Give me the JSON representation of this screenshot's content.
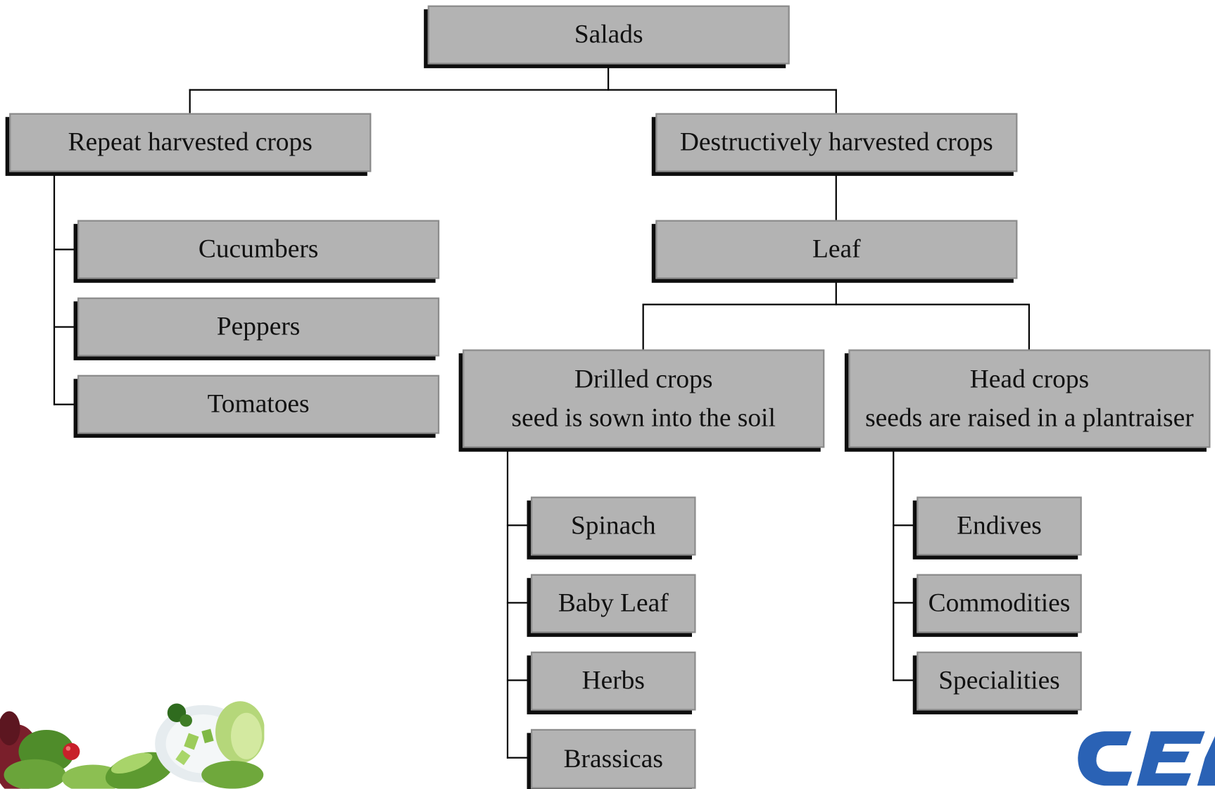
{
  "root": "Salads",
  "repeat": {
    "title": "Repeat harvested crops",
    "items": [
      "Cucumbers",
      "Peppers",
      "Tomatoes"
    ]
  },
  "destructive": {
    "title": "Destructively harvested crops",
    "leaf": "Leaf",
    "drilled": {
      "title": "Drilled crops",
      "subtitle": "seed is sown into the soil",
      "items": [
        "Spinach",
        "Baby Leaf",
        "Herbs",
        "Brassicas"
      ]
    },
    "head": {
      "title": "Head crops",
      "subtitle": "seeds are raised in a plantraiser",
      "items": [
        "Endives",
        "Commodities",
        "Specialities"
      ]
    }
  },
  "colors": {
    "box_fill": "#b3b3b3",
    "box_border": "#8c8c8c",
    "shadow": "#0d0d0d",
    "logo": "#2a62b5"
  },
  "icons": [
    "salad-vegetables-photo",
    "company-logo"
  ]
}
